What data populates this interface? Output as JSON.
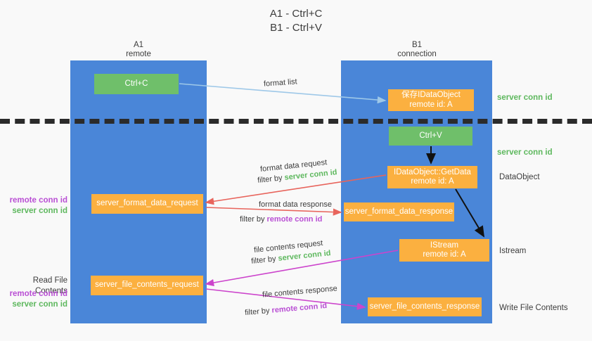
{
  "title": {
    "line1": "A1 - Ctrl+C",
    "line2": "B1 - Ctrl+V"
  },
  "columns": [
    {
      "name": "A1",
      "sub": "remote"
    },
    {
      "name": "B1",
      "sub": "connection"
    }
  ],
  "nodes": {
    "ctrl_c": {
      "line1": "Ctrl+C",
      "line2": ""
    },
    "save_idataobject": {
      "line1": "保存IDataObject",
      "line2": "remote id: A"
    },
    "ctrl_v": {
      "line1": "Ctrl+V",
      "line2": ""
    },
    "get_data": {
      "line1": "IDataObject::GetData",
      "line2": "remote id: A"
    },
    "format_data_request": {
      "line1": "server_format_data_request",
      "line2": ""
    },
    "format_data_response": {
      "line1": "server_format_data_response",
      "line2": ""
    },
    "istream": {
      "line1": "IStream",
      "line2": "remote id: A"
    },
    "file_contents_request": {
      "line1": "server_file_contents_request",
      "line2": ""
    },
    "file_contents_response": {
      "line1": "server_file_contents_response",
      "line2": ""
    }
  },
  "side_labels": {
    "server_conn_id_top": "server conn id",
    "server_conn_id_mid": "server conn id",
    "dataobject": "DataObject",
    "istream": "Istream",
    "write_file_contents": "Write File Contents",
    "read_file_contents": "Read File Contents",
    "remote_conn_id": "remote conn id",
    "server_conn_id": "server conn id"
  },
  "edges": {
    "format_list": "format list",
    "format_data_request": "format data request",
    "format_data_request_filter_prefix": "filter by ",
    "format_data_request_filter_value": "server conn id",
    "format_data_response": "format data response",
    "format_data_response_filter_prefix": "filter by ",
    "format_data_response_filter_value": "remote conn id",
    "file_contents_request": "file contents request",
    "file_contents_request_filter_prefix": "filter by ",
    "file_contents_request_filter_value": "server conn id",
    "file_contents_response": "file contents response",
    "file_contents_response_filter_prefix": "filter by ",
    "file_contents_response_filter_value": "remote conn id"
  },
  "colors": {
    "lane": "#4a86d8",
    "green_node": "#6fbf6a",
    "orange_node": "#fbb040",
    "green_text": "#5eb85e",
    "purple_text": "#b94fd4",
    "arrow_blue": "#9ec8e8",
    "arrow_red": "#e8645c",
    "arrow_magenta": "#cc44cc",
    "arrow_black": "#111111",
    "background": "#f9f9f9"
  }
}
